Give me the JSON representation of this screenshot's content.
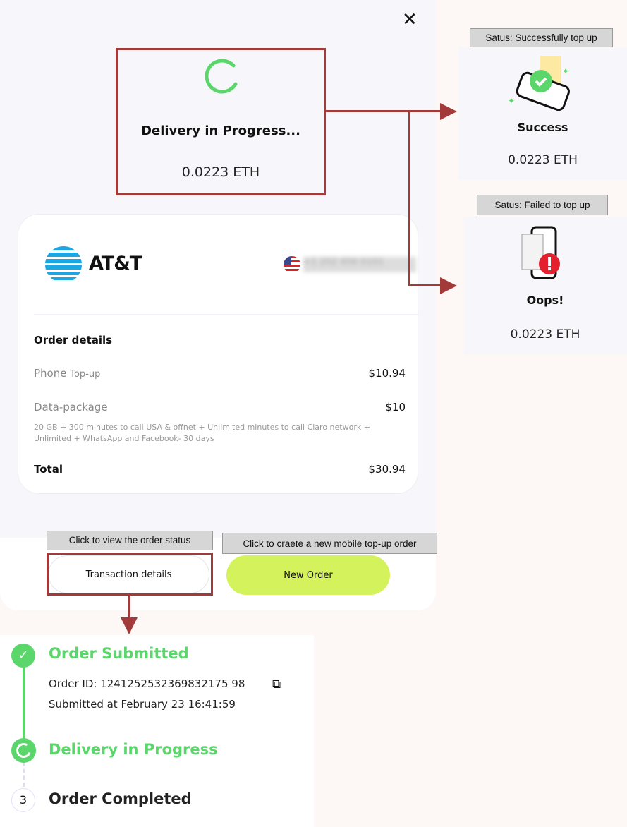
{
  "modal": {
    "close_icon": "close-icon",
    "status_title": "Delivery in Progress...",
    "amount": "0.0223 ETH",
    "carrier": "AT&T",
    "phone_number": "+1 202 456 0101",
    "order_details_title": "Order details",
    "rows": [
      {
        "label": "Phone",
        "sublabel": "Top-up",
        "value": "$10.94"
      },
      {
        "label": "Data-package",
        "value": "$10"
      }
    ],
    "package_description": "20 GB + 300 minutes to call USA & offnet + Unlimited minutes to call Claro network + Unlimited + WhatsApp and Facebook- 30 days",
    "total_label": "Total",
    "total_value": "$30.94",
    "transaction_button": "Transaction details",
    "new_order_button": "New Order"
  },
  "annotations": {
    "transaction_tip": "Click to view the order status",
    "new_order_tip": "Click to craete a new mobile top-up order",
    "success_tip": "Satus: Successfully top up",
    "failed_tip": "Satus: Failed to top up"
  },
  "success": {
    "title": "Success",
    "amount": "0.0223 ETH"
  },
  "failed": {
    "title": "Oops!",
    "amount": "0.0223 ETH"
  },
  "timeline": {
    "steps": [
      {
        "title": "Order Submitted",
        "order_id": "Order ID: 1241252532369832175 98",
        "submitted": "Submitted at February 23 16:41:59"
      },
      {
        "title": "Delivery in Progress"
      },
      {
        "number": "3",
        "title": "Order Completed"
      }
    ]
  },
  "colors": {
    "accent_green": "#5bd66b",
    "lime": "#d4f25c",
    "annotation_red": "#a33a3a"
  }
}
